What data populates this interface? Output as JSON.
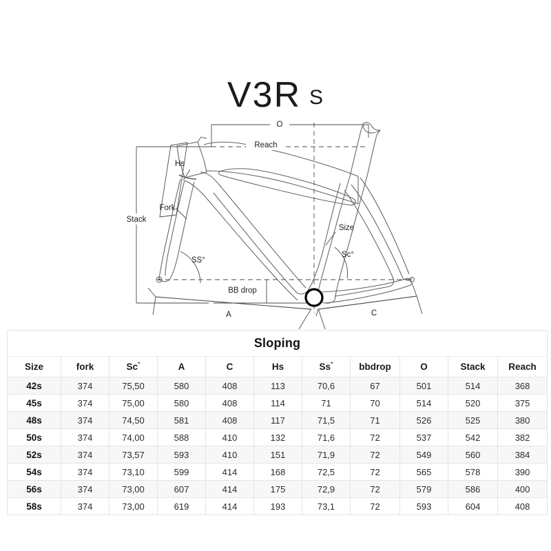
{
  "brand": {
    "logo_text": "V3RS",
    "logo_part_1": "V",
    "logo_part_2": "3",
    "logo_part_3": "R",
    "logo_part_4": "S",
    "logo_color": "#1b1b1b"
  },
  "diagram": {
    "name": "bicycle-frame-geometry-diagram",
    "labels": {
      "o": "O",
      "reach": "Reach",
      "hs": "Hs",
      "stack": "Stack",
      "fork": "Fork",
      "ss_angle": "SS°",
      "bb_drop": "BB drop",
      "size": "Size",
      "sc_angle": "Sc°",
      "a": "A",
      "c": "C"
    },
    "line_color": "#5a5a5a",
    "dim_color": "#4a4a4a",
    "bb_color": "#000000"
  },
  "table": {
    "title": "Sloping",
    "columns": [
      {
        "label": "Size",
        "deg": false
      },
      {
        "label": "fork",
        "deg": false
      },
      {
        "label": "Sc",
        "deg": true
      },
      {
        "label": "A",
        "deg": false
      },
      {
        "label": "C",
        "deg": false
      },
      {
        "label": "Hs",
        "deg": false
      },
      {
        "label": "Ss",
        "deg": true
      },
      {
        "label": "bbdrop",
        "deg": false
      },
      {
        "label": "O",
        "deg": false
      },
      {
        "label": "Stack",
        "deg": false
      },
      {
        "label": "Reach",
        "deg": false
      }
    ],
    "rows": [
      [
        "42s",
        "374",
        "75,50",
        "580",
        "408",
        "113",
        "70,6",
        "67",
        "501",
        "514",
        "368"
      ],
      [
        "45s",
        "374",
        "75,00",
        "580",
        "408",
        "114",
        "71",
        "70",
        "514",
        "520",
        "375"
      ],
      [
        "48s",
        "374",
        "74,50",
        "581",
        "408",
        "117",
        "71,5",
        "71",
        "526",
        "525",
        "380"
      ],
      [
        "50s",
        "374",
        "74,00",
        "588",
        "410",
        "132",
        "71,6",
        "72",
        "537",
        "542",
        "382"
      ],
      [
        "52s",
        "374",
        "73,57",
        "593",
        "410",
        "151",
        "71,9",
        "72",
        "549",
        "560",
        "384"
      ],
      [
        "54s",
        "374",
        "73,10",
        "599",
        "414",
        "168",
        "72,5",
        "72",
        "565",
        "578",
        "390"
      ],
      [
        "56s",
        "374",
        "73,00",
        "607",
        "414",
        "175",
        "72,9",
        "72",
        "579",
        "586",
        "400"
      ],
      [
        "58s",
        "374",
        "73,00",
        "619",
        "414",
        "193",
        "73,1",
        "72",
        "593",
        "604",
        "408"
      ]
    ]
  }
}
